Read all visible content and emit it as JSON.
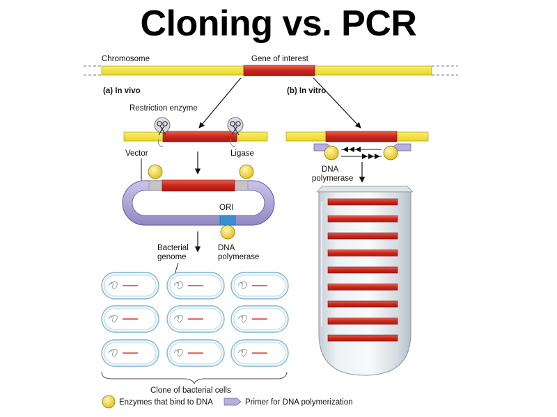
{
  "title": "Cloning vs. PCR",
  "labels": {
    "chromosome": "Chromosome",
    "gene_of_interest": "Gene of interest",
    "in_vivo": "(a) In vivo",
    "in_vitro": "(b) In vitro",
    "restriction_enzyme": "Restriction enzyme",
    "vector": "Vector",
    "ligase": "Ligase",
    "ori": "ORI",
    "dna_polymerase_vivo": [
      "DNA",
      "polymerase"
    ],
    "dna_polymerase_vitro": [
      "DNA",
      "polymerase"
    ],
    "bacterial_genome": [
      "Bacterial",
      "genome"
    ],
    "clone_caption": "Clone of bacterial cells"
  },
  "legend": {
    "enzymes": "Enzymes that bind to DNA",
    "primer": "Primer for DNA polymerization"
  },
  "colors": {
    "chromosome": "#f2e23a",
    "gene": "#d8392b",
    "vector": "#a79fd0",
    "enzyme": "#f1d23a",
    "ori": "#3a8fd0",
    "primer": "#b8b0dc",
    "cell": "#8cc1d6"
  }
}
